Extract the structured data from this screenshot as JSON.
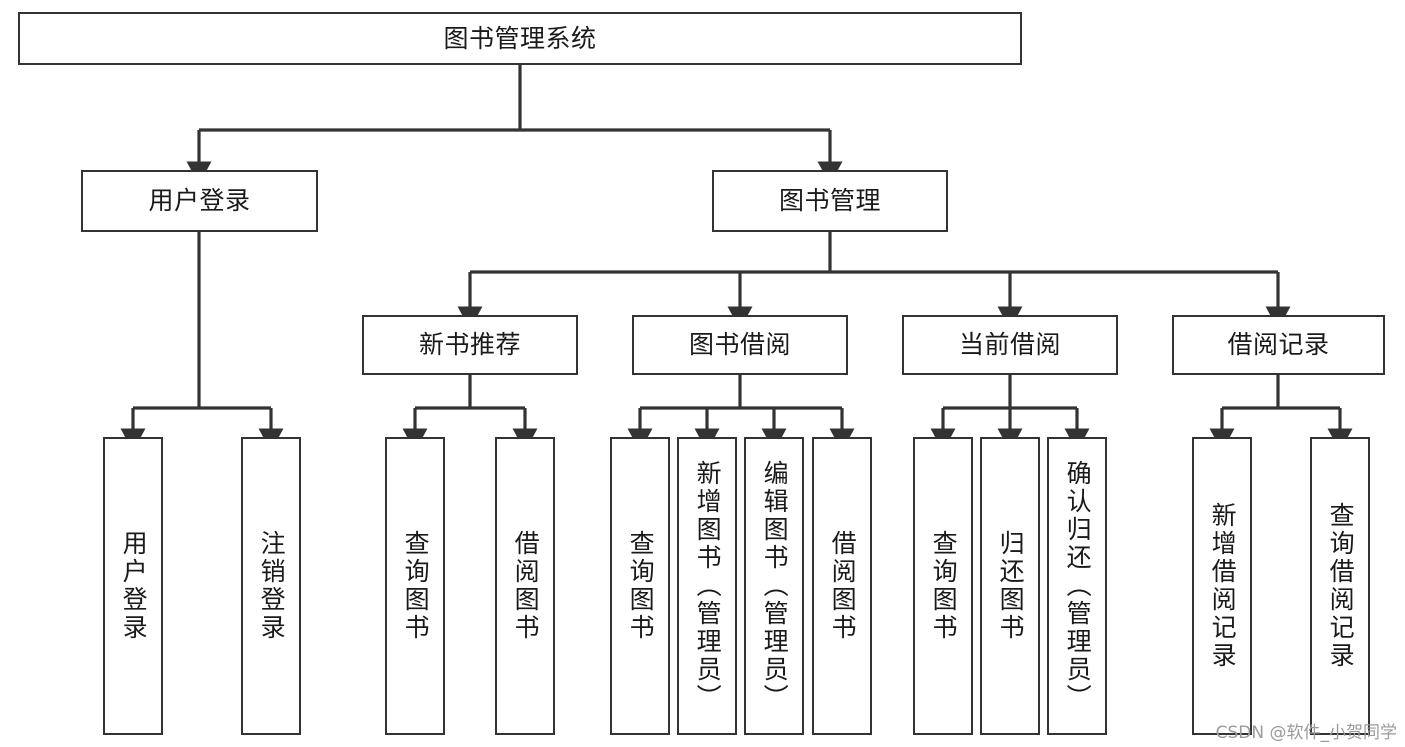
{
  "diagram": {
    "type": "tree",
    "title": "图书管理系统",
    "watermark": "CSDN @软件_小贺同学",
    "colors": {
      "stroke": "#333333",
      "fill": "#ffffff",
      "text": "#1a1a1a",
      "watermark": "#9b9b9b"
    },
    "nodes": {
      "root": {
        "label": "图书管理系统"
      },
      "tier2": [
        {
          "id": "user-login",
          "label": "用户登录"
        },
        {
          "id": "book-manage",
          "label": "图书管理"
        }
      ],
      "tier3": [
        {
          "id": "new-book-rec",
          "label": "新书推荐"
        },
        {
          "id": "book-borrow",
          "label": "图书借阅"
        },
        {
          "id": "current-borrow",
          "label": "当前借阅"
        },
        {
          "id": "borrow-record",
          "label": "借阅记录"
        }
      ],
      "leaves": [
        {
          "id": "leaf-user-login",
          "label": "用户登录",
          "parent": "user-login"
        },
        {
          "id": "leaf-user-logout",
          "label": "注销登录",
          "parent": "user-login"
        },
        {
          "id": "leaf-query-book-1",
          "label": "查询图书",
          "parent": "new-book-rec"
        },
        {
          "id": "leaf-borrow-book-1",
          "label": "借阅图书",
          "parent": "new-book-rec"
        },
        {
          "id": "leaf-query-book-2",
          "label": "查询图书",
          "parent": "book-borrow"
        },
        {
          "id": "leaf-add-book",
          "label": "新增图书（管理员）",
          "parent": "book-borrow"
        },
        {
          "id": "leaf-edit-book",
          "label": "编辑图书（管理员）",
          "parent": "book-borrow"
        },
        {
          "id": "leaf-borrow-book-2",
          "label": "借阅图书",
          "parent": "book-borrow"
        },
        {
          "id": "leaf-query-book-3",
          "label": "查询图书",
          "parent": "current-borrow"
        },
        {
          "id": "leaf-return-book",
          "label": "归还图书",
          "parent": "current-borrow"
        },
        {
          "id": "leaf-confirm-return",
          "label": "确认归还（管理员）",
          "parent": "current-borrow"
        },
        {
          "id": "leaf-add-record",
          "label": "新增借阅记录",
          "parent": "borrow-record"
        },
        {
          "id": "leaf-query-record",
          "label": "查询借阅记录",
          "parent": "borrow-record"
        }
      ]
    }
  }
}
